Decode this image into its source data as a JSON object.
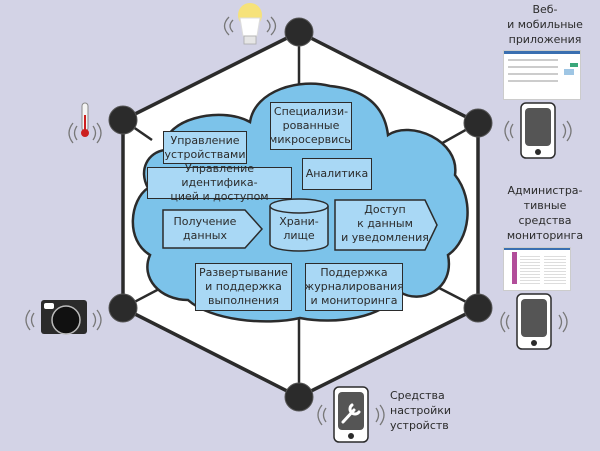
{
  "colors": {
    "background": "#d3d3e6",
    "hexagon_fill": "#ffffff",
    "hexagon_stroke": "#2b2b2b",
    "node": "#2b2b2b",
    "cloud_fill": "#7cc3ea",
    "box_fill": "#a9d8f5",
    "bulb": "#f6e27a",
    "thermometer_red": "#cc1f1f"
  },
  "cloud": {
    "modules": [
      {
        "id": "device-management",
        "label": "Управление\nустройствами"
      },
      {
        "id": "specialized-microservices",
        "label": "Специализи-\nрованные\nмикросервисы"
      },
      {
        "id": "identity-access",
        "label": "Управление идентифика-\nцией и доступом"
      },
      {
        "id": "analytics",
        "label": "Аналитика"
      },
      {
        "id": "data-ingestion",
        "label": "Получение\nданных"
      },
      {
        "id": "storage",
        "label": "Храни-\nлище"
      },
      {
        "id": "data-access-notifications",
        "label": "Доступ\nк данным\nи уведомления"
      },
      {
        "id": "deployment-runtime",
        "label": "Развертывание\nи поддержка\nвыполнения"
      },
      {
        "id": "logging-monitoring",
        "label": "Поддержка\nжурналирования\nи мониторинга"
      }
    ]
  },
  "endpoints": {
    "web_mobile": "Веб-\nи мобильные\nприложения",
    "admin_monitoring": "Администра-\nтивные\nсредства\nмониторинга",
    "device_config": "Средства\nнастройки\nустройств"
  },
  "devices": [
    {
      "id": "light-bulb",
      "icon": "light-bulb-icon"
    },
    {
      "id": "thermometer",
      "icon": "thermometer-icon"
    },
    {
      "id": "camera",
      "icon": "camera-icon"
    }
  ]
}
